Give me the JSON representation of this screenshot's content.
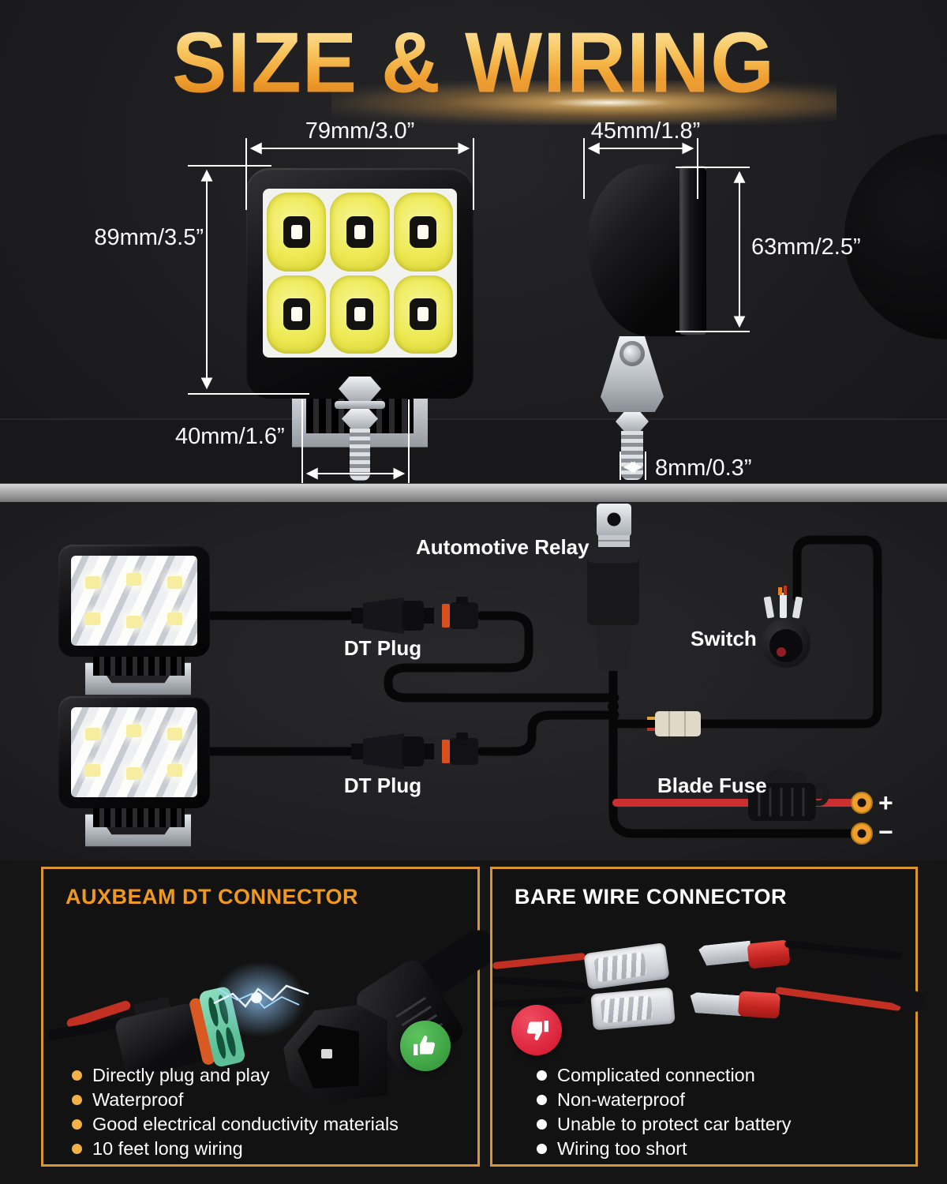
{
  "header": {
    "title": "SIZE & WIRING"
  },
  "size": {
    "front_width": "79mm/3.0”",
    "front_height": "89mm/3.5”",
    "bracket_width": "40mm/1.6”",
    "side_width": "45mm/1.8”",
    "side_height": "63mm/2.5”",
    "bolt_diameter": "8mm/0.3”"
  },
  "wiring": {
    "relay": "Automotive Relay",
    "dt_plug_a": "DT Plug",
    "dt_plug_b": "DT Plug",
    "switch": "Switch",
    "fuse": "Blade Fuse",
    "positive": "+",
    "negative": "−"
  },
  "compare": {
    "left": {
      "title": "AUXBEAM DT CONNECTOR",
      "icon": "thumbs-up-icon",
      "points": [
        "Directly plug and play",
        "Waterproof",
        "Good electrical conductivity materials",
        "10 feet long wiring"
      ]
    },
    "right": {
      "title": "BARE WIRE CONNECTOR",
      "icon": "thumbs-down-icon",
      "points": [
        "Complicated connection",
        "Non-waterproof",
        "Unable to protect car battery",
        "Wiring too short"
      ]
    }
  },
  "colors": {
    "accent_orange": "#f0991f",
    "box_border": "#d9952f",
    "bullet_orange": "#f1b145",
    "thumbs_up_green": "#3fae46",
    "thumbs_down_red": "#e02a42",
    "wire_red": "#c9302f",
    "terminal_ring_orange": "#ef9f2c",
    "title_gradient_top": "#fde9ae",
    "title_gradient_bottom": "#d87c18"
  }
}
